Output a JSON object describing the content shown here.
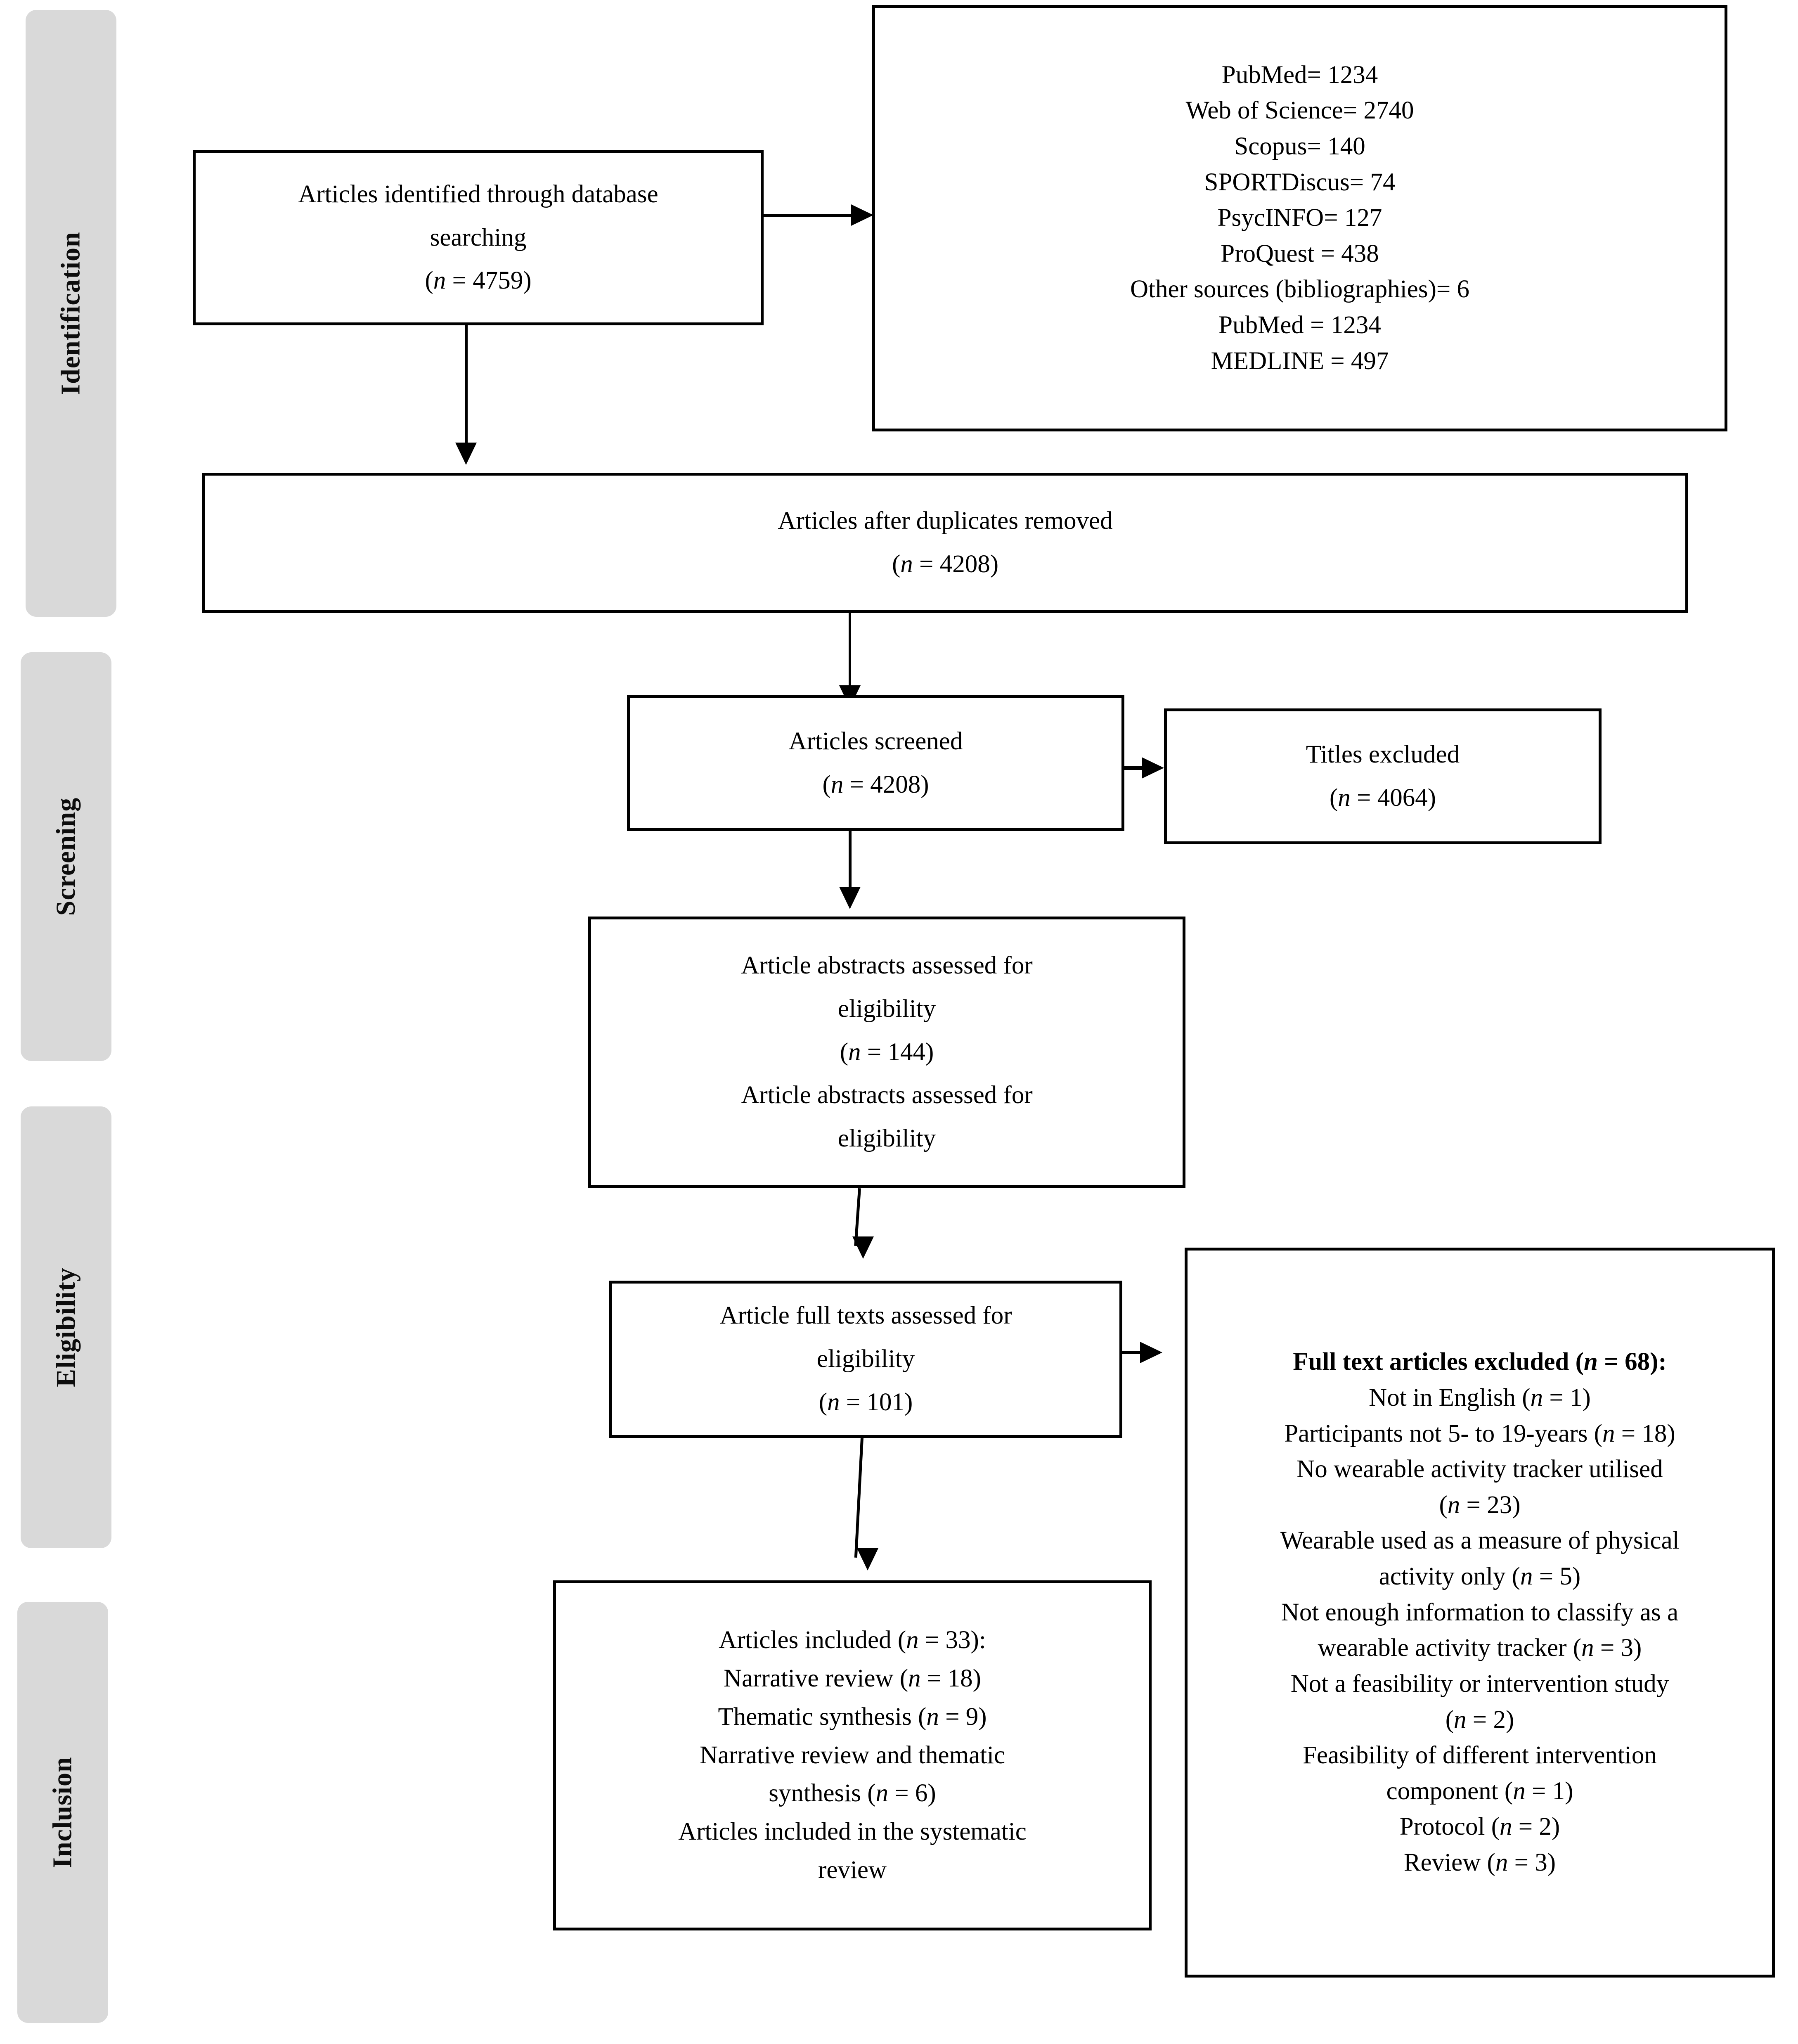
{
  "phases": [
    {
      "label": "Identification"
    },
    {
      "label": "Screening"
    },
    {
      "label": "Eligibility"
    },
    {
      "label": "Inclusion"
    }
  ],
  "boxes": {
    "identified": {
      "line1": "Articles identified through database",
      "line2": "searching",
      "line3_prefix": "(",
      "line3_n": "n",
      "line3_value": " = 4759)"
    },
    "databases": {
      "items": [
        "PubMed= 1234",
        "Web of Science= 2740",
        "Scopus= 140",
        "SPORTDiscus= 74",
        "PsycINFO= 127",
        "ProQuest = 438",
        "Other sources (bibliographies)= 6",
        "PubMed = 1234",
        "MEDLINE = 497"
      ]
    },
    "duplicates_removed": {
      "line1": "Articles after duplicates removed",
      "n_italic": "n",
      "n_value": " = 4208)"
    },
    "screened": {
      "line1": "Articles screened",
      "n_italic": "n",
      "n_value": " = 4208)"
    },
    "titles_excluded": {
      "line1": "Titles excluded",
      "n_italic": "n",
      "n_value": " = 4064)"
    },
    "abstracts": {
      "line1": "Article abstracts assessed for",
      "line2": "eligibility",
      "n_italic": "n",
      "n_value": " = 144)",
      "line4": "Article abstracts assessed for",
      "line5": "eligibility"
    },
    "full_texts": {
      "line1": "Article full texts assessed for",
      "line2": "eligibility",
      "n_italic": "n",
      "n_value": " = 101)"
    },
    "included": {
      "l1_text": "Articles included (",
      "l1_n": "n",
      "l1_tail": " = 33):",
      "l2_text": "Narrative review (",
      "l2_n": "n",
      "l2_tail": " = 18)",
      "l3_text": "Thematic synthesis (",
      "l3_n": "n",
      "l3_tail": " = 9)",
      "l4_text": "Narrative review and thematic",
      "l5_text": "synthesis (",
      "l5_n": "n",
      "l5_tail": " = 6)",
      "l6_text": "Articles included in the systematic",
      "l7_text": "review"
    },
    "full_text_excluded": {
      "title_text": "Full text articles excluded (",
      "title_n": "n",
      "title_tail": " = 68):",
      "r1_text": "Not in English (",
      "r1_n": "n",
      "r1_tail": " = 1)",
      "r2_text": "Participants not 5- to 19-years (",
      "r2_n": "n",
      "r2_tail": " = 18)",
      "r3_text": "No wearable activity tracker utilised",
      "r4_text": "(",
      "r4_n": "n",
      "r4_tail": " = 23)",
      "r5_text": "Wearable used as a measure of physical",
      "r6_text": "activity only (",
      "r6_n": "n",
      "r6_tail": " = 5)",
      "r7_text": "Not enough information to classify as a",
      "r8_text": "wearable activity tracker (",
      "r8_n": "n",
      "r8_tail": " = 3)",
      "r9_text": "Not a feasibility or intervention study",
      "r10_text": "(",
      "r10_n": "n",
      "r10_tail": " = 2)",
      "r11_text": "Feasibility of different intervention",
      "r12_text": "component (",
      "r12_n": "n",
      "r12_tail": " = 1)",
      "r13_text": "Protocol (",
      "r13_n": "n",
      "r13_tail": " = 2)",
      "r14_text": "Review (",
      "r14_n": "n",
      "r14_tail": " = 3)"
    }
  },
  "colors": {
    "phase_bar_fill": "#d9d9d9",
    "box_border": "#000000",
    "text": "#000000",
    "page_background": "#ffffff"
  }
}
